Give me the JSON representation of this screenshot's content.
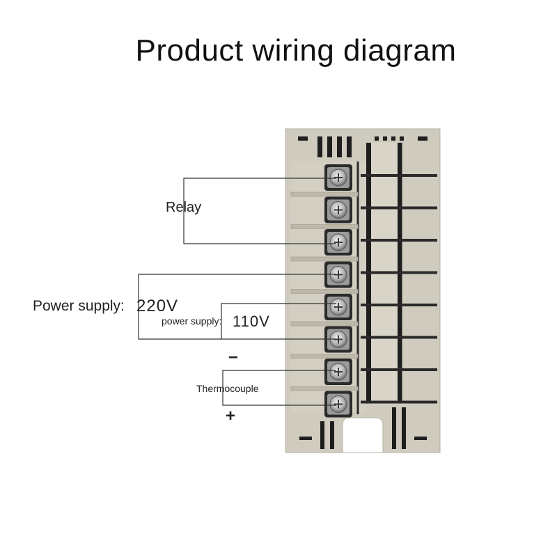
{
  "title": "Product wiring diagram",
  "labels": {
    "relay": "Relay",
    "power_supply_main": "Power supply:",
    "power_supply_main_voltage": "220V",
    "power_supply_sub": "power supply:",
    "power_supply_sub_voltage": "110V",
    "thermocouple": "Thermocouple",
    "thermocouple_negative": "−",
    "thermocouple_positive": "+"
  },
  "terminal_count": 8,
  "colors": {
    "housing": "#cfcbbe",
    "housing_dark": "#1e1e1e",
    "wire": "#333333"
  }
}
